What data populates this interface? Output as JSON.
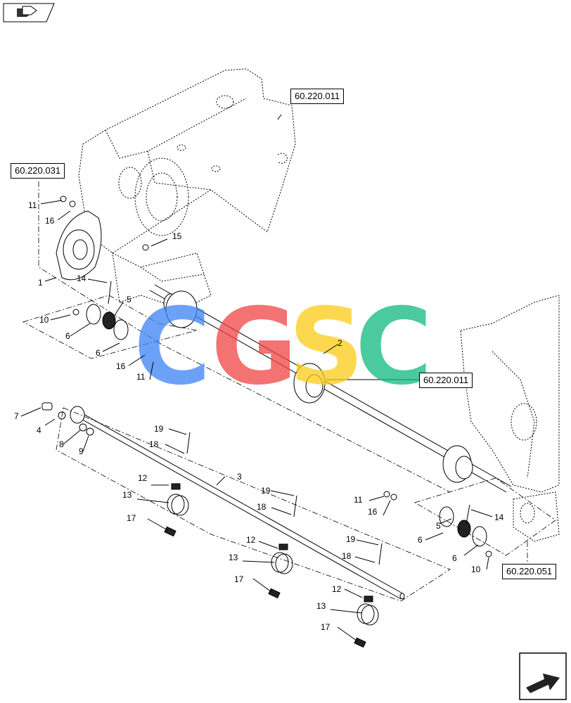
{
  "refs": {
    "ref_top": "60.220.011",
    "ref_left": "60.220.031",
    "ref_right_mid": "60.220.011",
    "ref_right_bottom": "60.220.051"
  },
  "watermark": {
    "text": "CGSC",
    "colors": [
      "#3b82f6",
      "#ef4444",
      "#facc15",
      "#10b981"
    ]
  },
  "callouts": {
    "c1": "1",
    "c2": "2",
    "c3": "3",
    "c4": "4",
    "c5a": "5",
    "c5b": "5",
    "c6a": "6",
    "c6b": "6",
    "c6c": "6",
    "c6d": "6",
    "c7": "7",
    "c8": "8",
    "c9": "9",
    "c10a": "10",
    "c10b": "10",
    "c11a": "11",
    "c11b": "11",
    "c11c": "11",
    "c12a": "12",
    "c12b": "12",
    "c12c": "12",
    "c13a": "13",
    "c13b": "13",
    "c13c": "13",
    "c14a": "14",
    "c14b": "14",
    "c15": "15",
    "c16a": "16",
    "c16b": "16",
    "c16c": "16",
    "c17a": "17",
    "c17b": "17",
    "c17c": "17",
    "c18a": "18",
    "c18b": "18",
    "c18c": "18",
    "c19a": "19",
    "c19b": "19",
    "c19c": "19"
  },
  "icons": {
    "top_left": "exploded-view-icon",
    "bottom_right": "next-page-arrow-icon"
  }
}
